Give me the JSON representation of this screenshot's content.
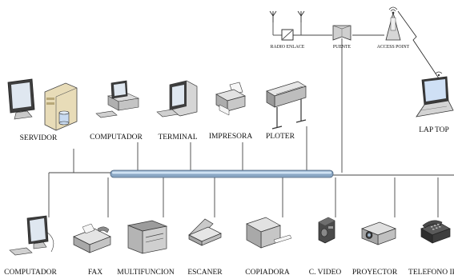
{
  "diagram": {
    "devices_top": {
      "servidor": "SERVIDOR",
      "computador": "COMPUTADOR",
      "terminal": "TERMINAL",
      "impresora": "IMPRESORA",
      "ploter": "PLOTER"
    },
    "devices_bottom": {
      "computador": "COMPUTADOR",
      "fax": "FAX",
      "multifuncion": "MULTIFUNCION",
      "escaner": "ESCANER",
      "copiadora": "COPIADORA",
      "c_video": "C. VIDEO",
      "proyector": "PROYECTOR",
      "telefono_ip": "TELEFONO IP"
    },
    "wireless": {
      "radio_enlace": "RADIO ENLACE",
      "puente": "PUENTE",
      "access_point": "ACCESS POINT",
      "lap_top": "LAP TOP"
    },
    "colors": {
      "backbone": "#b8d4ec",
      "device_gray": "#d9d9d9",
      "screen": "#dfe7f0",
      "server_beige": "#e8dcb8",
      "laptop_screen": "#cfe0f5"
    }
  }
}
